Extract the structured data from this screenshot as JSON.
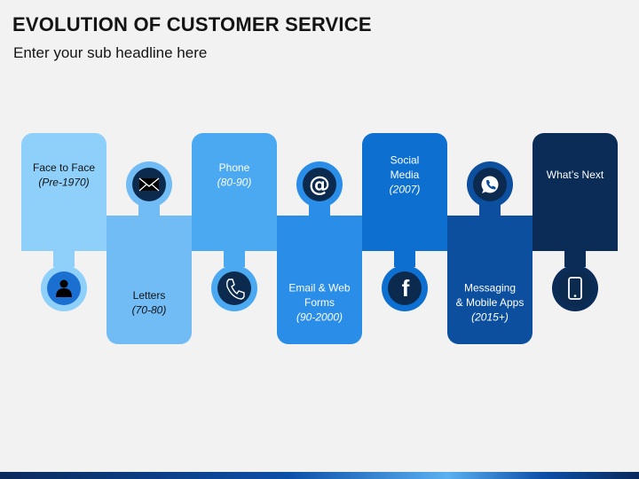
{
  "header": {
    "title": "EVOLUTION OF CUSTOMER SERVICE",
    "subtitle": "Enter your sub headline here"
  },
  "stages": [
    {
      "lines": [
        "Face to Face"
      ],
      "era": "(Pre-1970)",
      "icon": "person-icon",
      "color": "#8fd0fb",
      "text_color": "#111111",
      "position": "top"
    },
    {
      "lines": [
        "Letters"
      ],
      "era": "(70-80)",
      "icon": "envelope-icon",
      "color": "#72bcf6",
      "text_color": "#111111",
      "position": "bottom"
    },
    {
      "lines": [
        "Phone"
      ],
      "era": "(80-90)",
      "icon": "phone-icon",
      "color": "#4ba9f1",
      "text_color": "#ffffff",
      "position": "top"
    },
    {
      "lines": [
        "Email & Web",
        "Forms"
      ],
      "era": "(90-2000)",
      "icon": "at-sign-icon",
      "color": "#2a8ee8",
      "text_color": "#ffffff",
      "position": "bottom"
    },
    {
      "lines": [
        "Social",
        "Media"
      ],
      "era": "(2007)",
      "icon": "facebook-icon",
      "color": "#0d6fd0",
      "text_color": "#ffffff",
      "position": "top"
    },
    {
      "lines": [
        "Messaging",
        "& Mobile Apps"
      ],
      "era": "(2015+)",
      "icon": "whatsapp-icon",
      "color": "#0c4f9e",
      "text_color": "#ffffff",
      "position": "bottom"
    },
    {
      "lines": [
        "What’s Next"
      ],
      "era": "",
      "icon": "smartphone-icon",
      "color": "#0a2c57",
      "text_color": "#ffffff",
      "position": "top"
    }
  ]
}
